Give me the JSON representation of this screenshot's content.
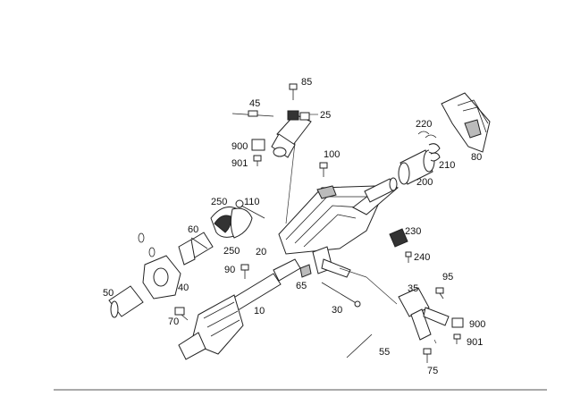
{
  "diagram": {
    "callouts": {
      "c85": "85",
      "c45": "45",
      "c25": "25",
      "c900a": "900",
      "c901a": "901",
      "c100": "100",
      "c220": "220",
      "c210": "210",
      "c80": "80",
      "c200": "200",
      "c250a": "250",
      "c110": "110",
      "c60": "60",
      "c250b": "250",
      "c20": "20",
      "c230": "230",
      "c240": "240",
      "c90": "90",
      "c40": "40",
      "c50": "50",
      "c65": "65",
      "c95": "95",
      "c35": "35",
      "c30": "30",
      "c10": "10",
      "c70": "70",
      "c900b": "900",
      "c901b": "901",
      "c55": "55",
      "c75": "75"
    }
  }
}
